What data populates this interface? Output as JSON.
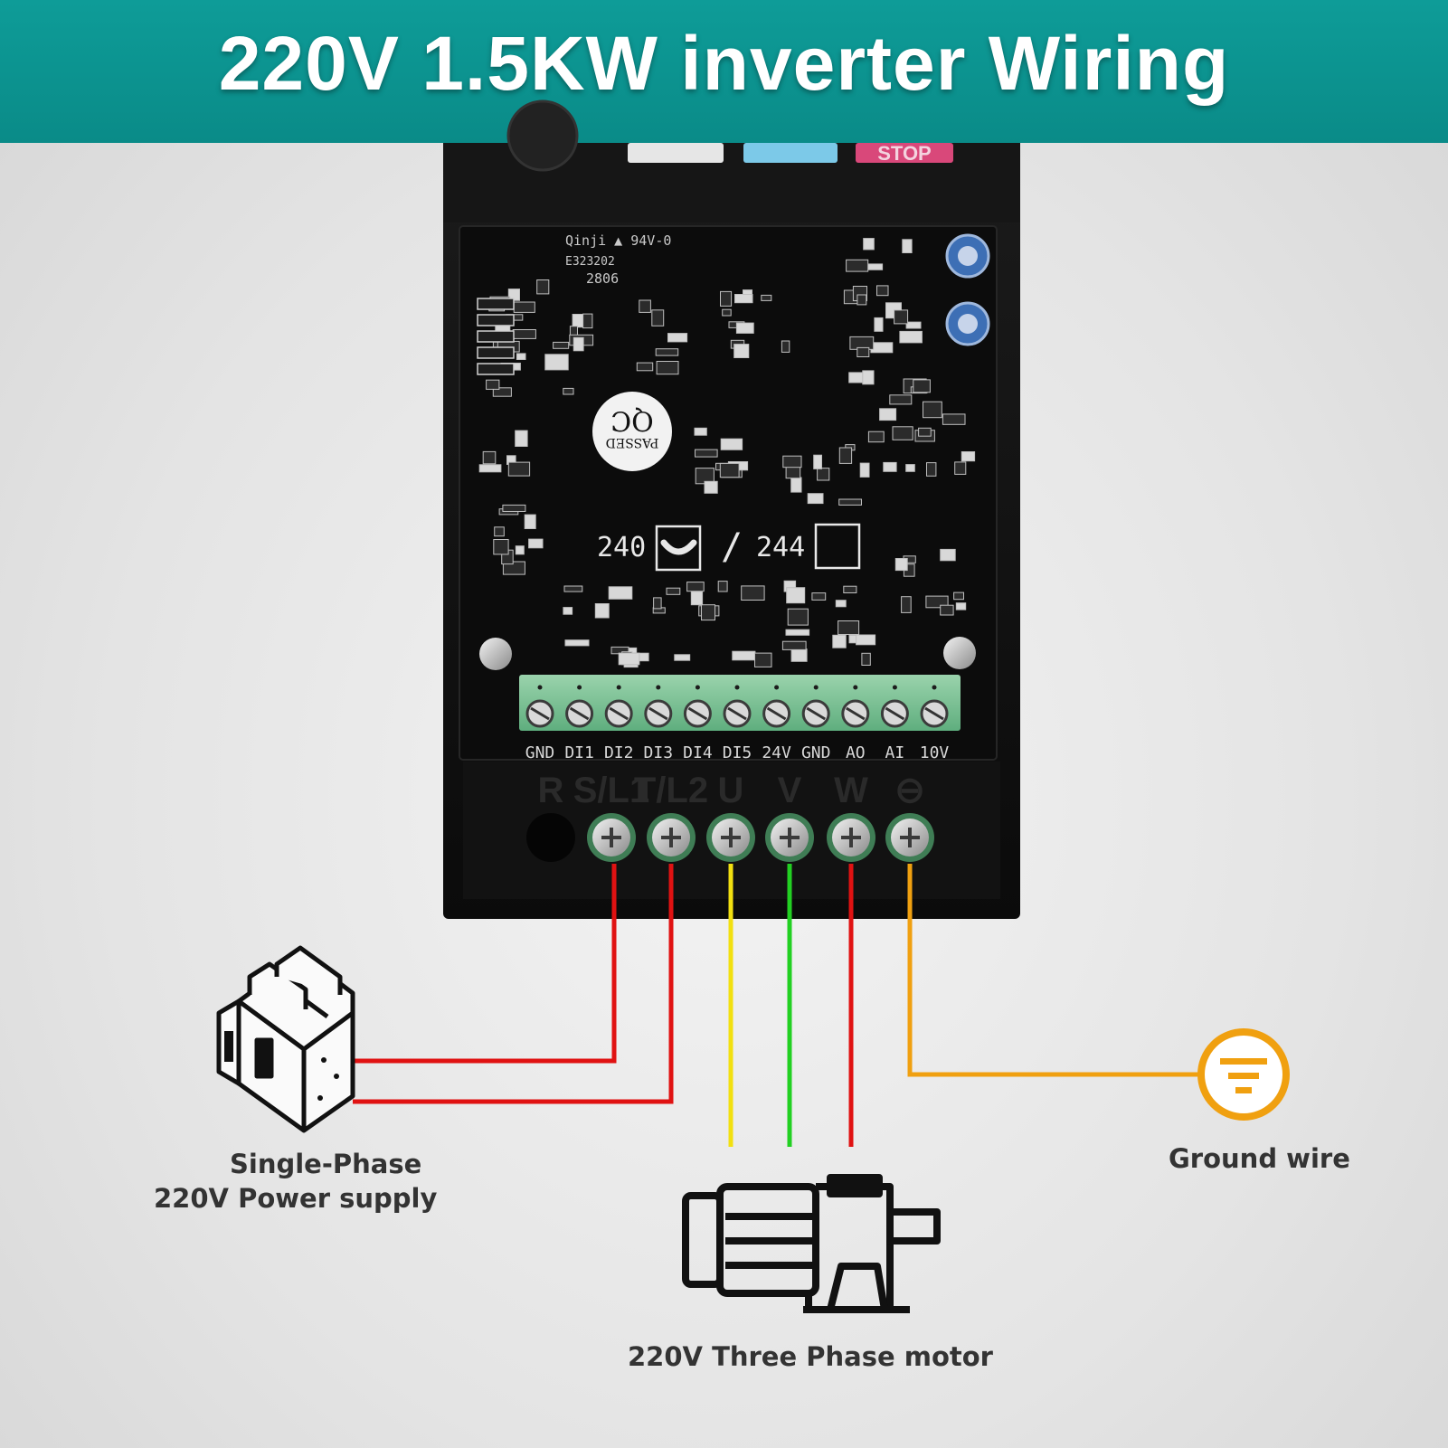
{
  "banner": {
    "title": "220V 1.5KW inverter Wiring"
  },
  "keypad": {
    "stop_label": "STOP"
  },
  "board": {
    "cert_line1": "Qinji ▲ 94V-0",
    "cert_line2": "E323202",
    "batch": "2806",
    "qc_stamp_top": "PASSED",
    "qc_stamp_bottom": "QC",
    "model_240": "240",
    "model_slash": "/",
    "model_244": "244",
    "control_terminals": [
      "GND",
      "DI1",
      "DI2",
      "DI3",
      "DI4",
      "DI5",
      "24V",
      "GND",
      "AO",
      "AI",
      "10V"
    ]
  },
  "power_terminals": [
    "R",
    "S/L1",
    "T/L2",
    "U",
    "V",
    "W",
    "⊖"
  ],
  "wire_colors": {
    "supply": "#e01212",
    "phase_u": "#f2e010",
    "phase_v": "#22d022",
    "phase_w": "#e01212",
    "ground": "#f0a010"
  },
  "labels": {
    "supply_line1": "Single-Phase",
    "supply_line2": "220V Power supply",
    "motor": "220V Three Phase motor",
    "ground": "Ground wire"
  },
  "icons": [
    "circuit-breaker-icon",
    "three-phase-motor-icon",
    "ground-symbol-icon"
  ]
}
